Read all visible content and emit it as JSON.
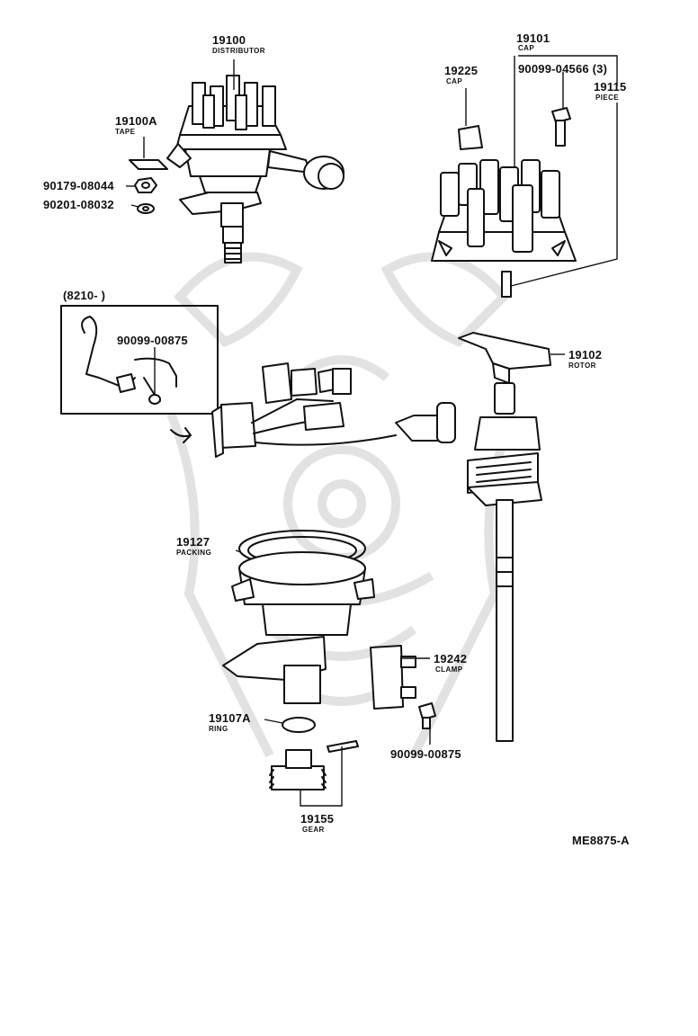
{
  "colors": {
    "ink": "#111111",
    "paper": "#ffffff",
    "watermark": "#e2e2e2"
  },
  "labels": {
    "distributor": {
      "number": "19100",
      "name": "DISTRIBUTOR"
    },
    "tape": {
      "number": "19100A",
      "name": "TAPE"
    },
    "nut": {
      "number": "90179-08044"
    },
    "washer": {
      "number": "90201-08032"
    },
    "cap_assy": {
      "number": "19101",
      "name": "CAP"
    },
    "cap_small": {
      "number": "19225",
      "name": "CAP"
    },
    "cap_screw": {
      "number": "90099-04566 (3)"
    },
    "piece": {
      "number": "19115",
      "name": "PIECE"
    },
    "date_range": {
      "text": "(8210-        )"
    },
    "harness_screw": {
      "number": "90099-00875"
    },
    "rotor": {
      "number": "19102",
      "name": "ROTOR"
    },
    "packing": {
      "number": "19127",
      "name": "PACKING"
    },
    "clamp": {
      "number": "19242",
      "name": "CLAMP"
    },
    "ring": {
      "number": "19107A",
      "name": "RING"
    },
    "clamp_screw": {
      "number": "90099-00875"
    },
    "gear": {
      "number": "19155",
      "name": "GEAR"
    },
    "figure_code": {
      "text": "ME8875-A"
    }
  }
}
